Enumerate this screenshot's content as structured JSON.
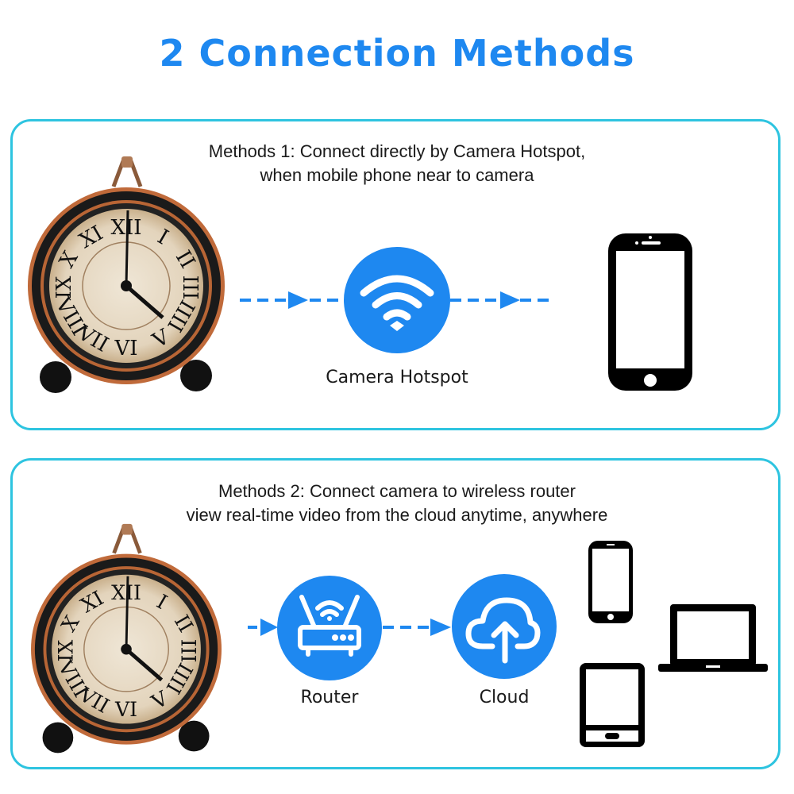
{
  "title": "2 Connection Methods",
  "colors": {
    "accent_blue": "#1e88f0",
    "border_cyan": "#2ec4e0",
    "device_black": "#000000",
    "text": "#1a1a1a"
  },
  "method1": {
    "caption_line1": "Methods 1: Connect directly by Camera Hotspot,",
    "caption_line2": "when mobile phone near to camera",
    "nodes": [
      {
        "icon": "clock-camera-icon",
        "label": ""
      },
      {
        "icon": "wifi-icon",
        "label": "Camera Hotspot"
      },
      {
        "icon": "smartphone-icon",
        "label": ""
      }
    ]
  },
  "method2": {
    "caption_line1": "Methods 2: Connect camera to wireless router",
    "caption_line2": "view real-time video from the cloud anytime, anywhere",
    "nodes": [
      {
        "icon": "clock-camera-icon",
        "label": ""
      },
      {
        "icon": "router-icon",
        "label": "Router"
      },
      {
        "icon": "cloud-upload-icon",
        "label": "Cloud"
      },
      {
        "icon": "smartphone-icon",
        "label": ""
      },
      {
        "icon": "laptop-icon",
        "label": ""
      },
      {
        "icon": "tablet-icon",
        "label": ""
      }
    ]
  }
}
